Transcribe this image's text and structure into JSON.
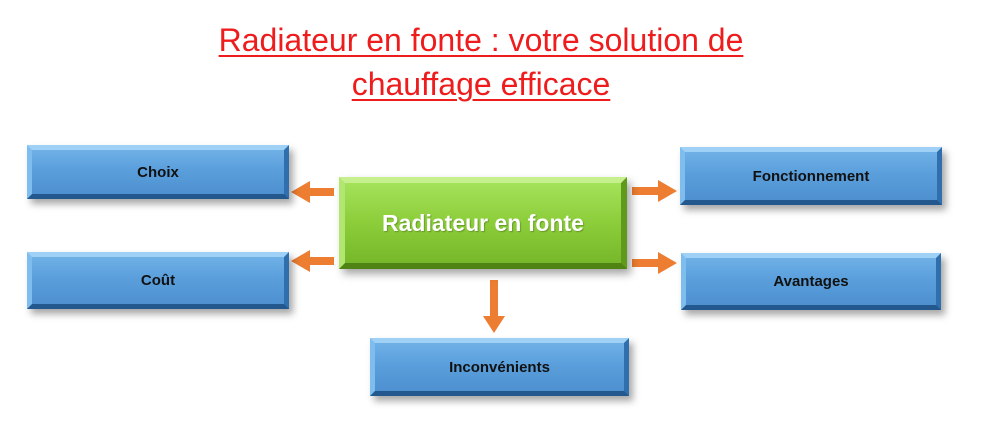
{
  "title": {
    "line1": "Radiateur en fonte : votre solution de",
    "line2": "chauffage efficace"
  },
  "center": "Radiateur en fonte",
  "nodes": {
    "choix": "Choix",
    "cout": "Coût",
    "inconvenients": "Inconvénients",
    "fonctionnement": "Fonctionnement",
    "avantages": "Avantages"
  },
  "colors": {
    "title": "#ee1c1c",
    "center_fill": "#8ccd3a",
    "node_fill": "#5a9fdc",
    "arrow": "#ed7d31"
  }
}
